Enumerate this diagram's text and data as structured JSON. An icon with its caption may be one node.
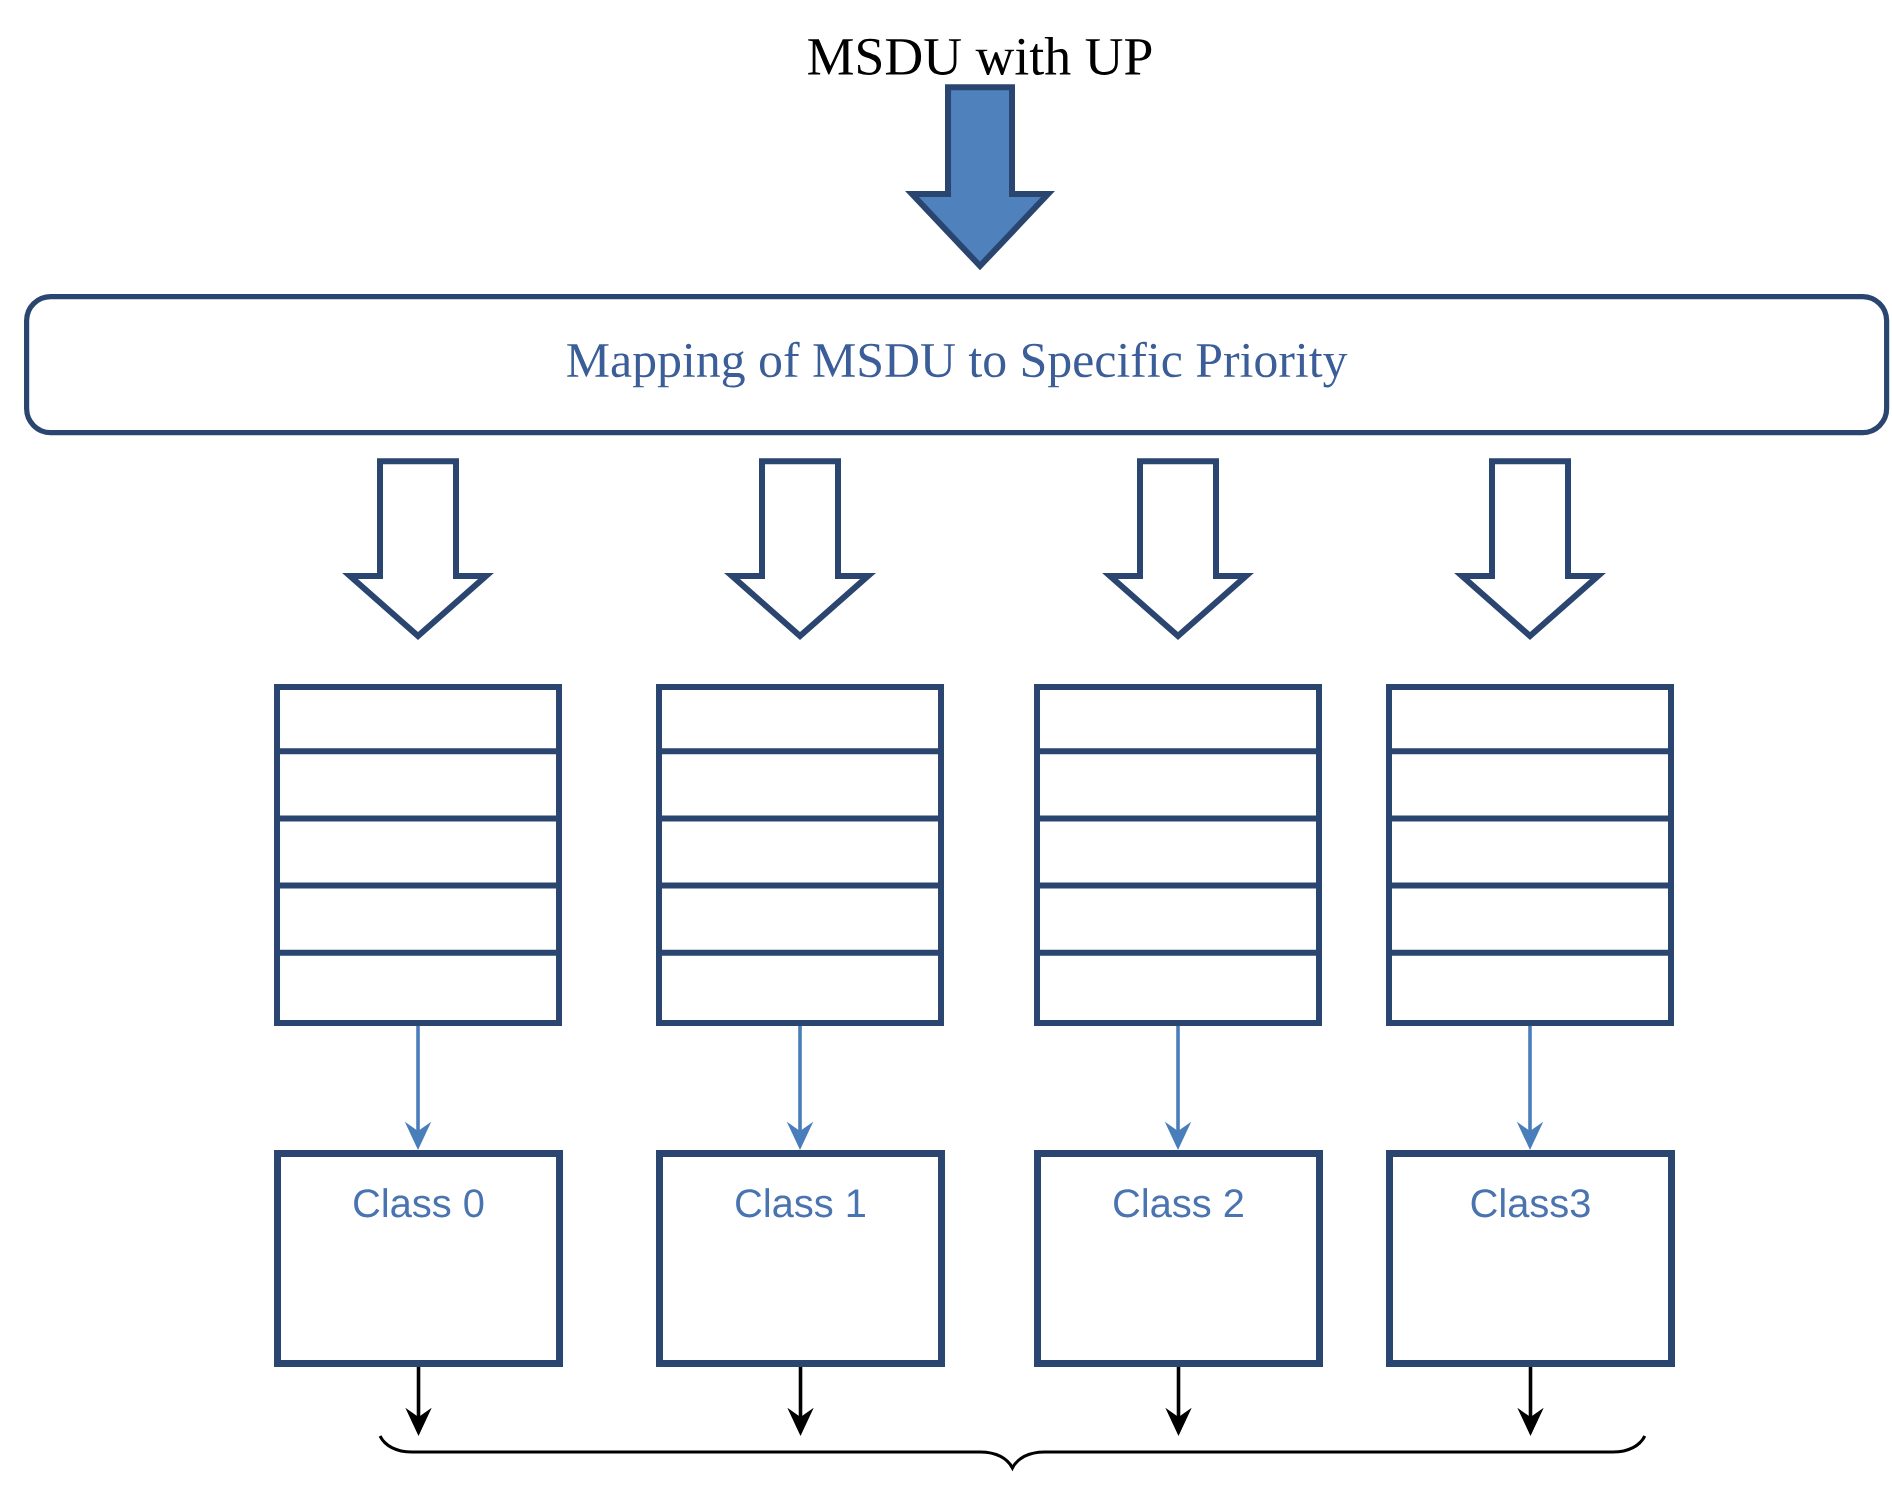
{
  "diagram": {
    "nodes": [
      {
        "text": [
          "MSDU with UP"
        ]
      },
      {
        "text": [
          "Mapping of MSDU to Specific Priority"
        ]
      },
      {
        "text": [],
        "shape": "box"
      },
      {
        "text": [],
        "shape": "box"
      },
      {
        "text": [],
        "shape": "box"
      },
      {
        "text": [],
        "shape": "box"
      },
      {
        "text": [
          "Class 0"
        ]
      },
      {
        "text": [
          "Class 1"
        ]
      },
      {
        "text": [
          "Class 2"
        ]
      },
      {
        "text": [
          "Class3"
        ]
      },
      {
        "text": [],
        "shape": "brace"
      }
    ],
    "edges": [
      {
        "from": 0,
        "to": 1,
        "arrow": "to",
        "style": "thick",
        "color": "#4f81bd"
      },
      {
        "from": 1,
        "to": 2,
        "arrow": "to",
        "style": "thick"
      },
      {
        "from": 1,
        "to": 3,
        "arrow": "to",
        "style": "thick"
      },
      {
        "from": 1,
        "to": 4,
        "arrow": "to",
        "style": "thick"
      },
      {
        "from": 1,
        "to": 5,
        "arrow": "to",
        "style": "thick"
      },
      {
        "from": 2,
        "to": 6,
        "arrow": "to",
        "color": "#4a7ebb"
      },
      {
        "from": 3,
        "to": 7,
        "arrow": "to",
        "color": "#4a7ebb"
      },
      {
        "from": 4,
        "to": 8,
        "arrow": "to",
        "color": "#4a7ebb"
      },
      {
        "from": 5,
        "to": 9,
        "arrow": "to",
        "color": "#4a7ebb"
      },
      {
        "from": 6,
        "to": 10,
        "arrow": "to",
        "color": "#000000"
      },
      {
        "from": 7,
        "to": 10,
        "arrow": "to",
        "color": "#000000"
      },
      {
        "from": 8,
        "to": 10,
        "arrow": "to",
        "color": "#000000"
      },
      {
        "from": 9,
        "to": 10,
        "arrow": "to",
        "color": "#000000"
      }
    ]
  }
}
